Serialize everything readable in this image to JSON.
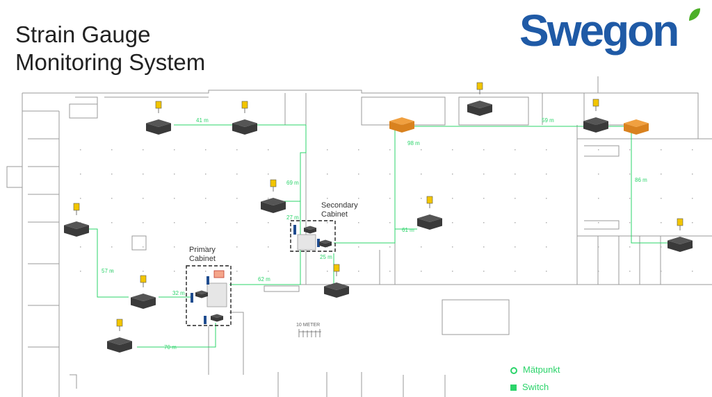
{
  "title_lines": [
    "Strain Gauge",
    "Monitoring System"
  ],
  "brand": {
    "name": "Swegon",
    "color": "#1f5aa6",
    "leaf_color": "#4caf28",
    "logo_icon": "swegon-logo"
  },
  "colors": {
    "cable": "#2bd46a",
    "wall": "#9a9a9a",
    "device": "#3a3a3a",
    "device_alt": "#d9821f",
    "sensor_tag": "#f2c500"
  },
  "cabinets": {
    "primary": "Primary\nCabinet",
    "secondary": "Secondary\nCabinet"
  },
  "distances": [
    "41 m",
    "59 m",
    "98 m",
    "69 m",
    "86 m",
    "27 m",
    "61 m",
    "25 m",
    "57 m",
    "62 m",
    "32 m",
    "70 m"
  ],
  "scale_label": "10 METER",
  "legend": {
    "measurement_point": "Mätpunkt",
    "switch": "Switch"
  }
}
